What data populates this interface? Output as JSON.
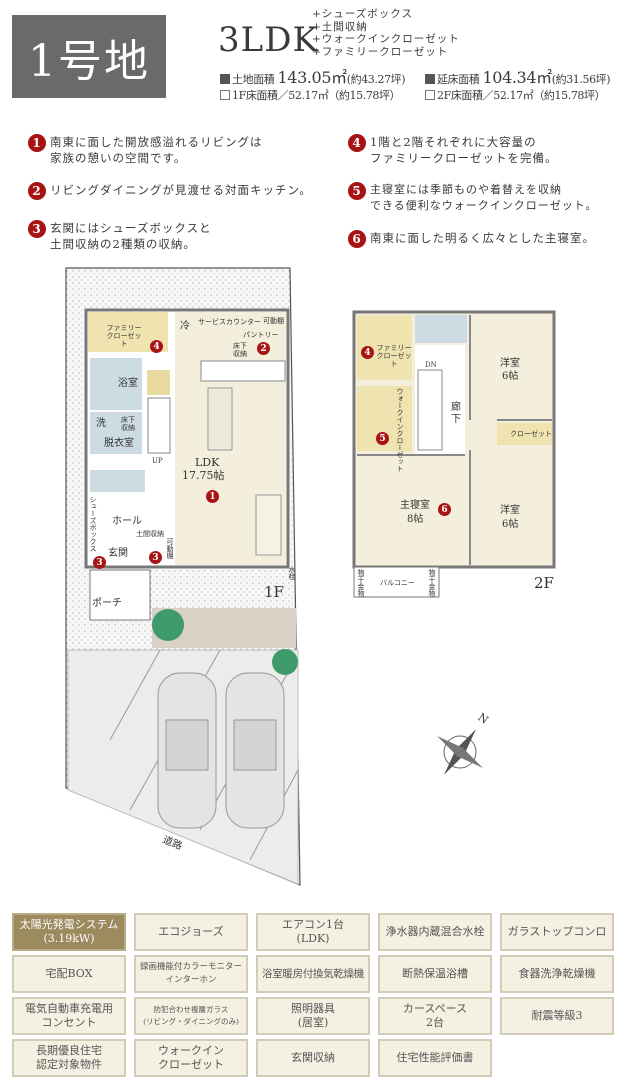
{
  "header": {
    "lot": "1号地",
    "layout": "3LDK",
    "extras": [
      "+シューズボックス",
      "+土間収納",
      "+ウォークインクローゼット",
      "+ファミリークローゼット"
    ]
  },
  "specs": {
    "land_label": "土地面積",
    "land_value": "143.05㎡",
    "land_tsubo": "(約43.27坪)",
    "total_label": "延床面積",
    "total_value": "104.34㎡",
    "total_tsubo": "(約31.56坪)",
    "f1": "1F床面積／52.17㎡（約15.78坪）",
    "f2": "2F床面積／52.17㎡（約15.78坪）"
  },
  "points": [
    {
      "n": "1",
      "text": "南東に面した開放感溢れるリビングは\n家族の憩いの空間です。"
    },
    {
      "n": "2",
      "text": "リビングダイニングが見渡せる対面キッチン。"
    },
    {
      "n": "3",
      "text": "玄関にはシューズボックスと\n土間収納の2種類の収納。"
    },
    {
      "n": "4",
      "text": "1階と2階それぞれに大容量の\nファミリークローゼットを完備。"
    },
    {
      "n": "5",
      "text": "主寝室には季節ものや着替えを収納\nできる便利なウォークインクローゼット。"
    },
    {
      "n": "6",
      "text": "南東に面した明るく広々とした主寝室。"
    }
  ],
  "floor1": {
    "label": "1F",
    "ldk": "LDK",
    "ldk_size": "17.75帖",
    "fridge": "冷",
    "service_counter": "サービスカウンター",
    "storage_shelf": "可動棚",
    "pantry": "パントリー",
    "underfloor": "床下収納",
    "family_closet": "ファミリークローゼット",
    "bath": "浴室",
    "wash": "洗",
    "underfloor2": "床下収納",
    "dressing": "脱衣室",
    "up": "UP",
    "hall": "ホール",
    "earth_storage": "土間収納",
    "entrance": "玄関",
    "shoe_box": "シューズボックス",
    "movable_shelf": "可動棚",
    "porch": "ポーチ",
    "water_meter": "水栓"
  },
  "floor2": {
    "label": "2F",
    "family_closet": "ファミリークローゼット",
    "walkin": "ウォークインクローゼット",
    "dn": "DN",
    "corridor": "廊下",
    "room_a": "洋室",
    "room_a_size": "6帖",
    "closet": "クローゼット",
    "master": "主寝室",
    "master_size": "8帖",
    "room_b": "洋室",
    "room_b_size": "6帖",
    "balcony": "バルコニー",
    "hanger": "物干金物"
  },
  "site": {
    "road": "道路",
    "north": "N"
  },
  "features": [
    {
      "label": "太陽光発電システム\n(3.19kW)",
      "highlight": true
    },
    {
      "label": "エコジョーズ"
    },
    {
      "label": "エアコン1台\n(LDK)"
    },
    {
      "label": "浄水器内蔵混合水栓"
    },
    {
      "label": "ガラストップコンロ"
    },
    {
      "label": "宅配BOX"
    },
    {
      "label": "録画機能付カラーモニター\nインターホン"
    },
    {
      "label": "浴室暖房付換気乾燥機"
    },
    {
      "label": "断熱保温浴槽"
    },
    {
      "label": "食器洗浄乾燥機"
    },
    {
      "label": "電気自動車充電用\nコンセント"
    },
    {
      "label": "防犯合わせ複層ガラス\n(リビング・ダイニングのみ)"
    },
    {
      "label": "照明器具\n(居室)"
    },
    {
      "label": "カースペース\n2台"
    },
    {
      "label": "耐震等級3"
    },
    {
      "label": "長期優良住宅\n認定対象物件"
    },
    {
      "label": "ウォークイン\nクローゼット"
    },
    {
      "label": "玄関収納"
    },
    {
      "label": "住宅性能評価書"
    }
  ],
  "colors": {
    "accent_red": "#a81414",
    "header_gray": "#6a6a6a",
    "feature_bg": "#f4f0e2",
    "feature_highlight": "#9c8b5f",
    "room_floor": "#f3efdc",
    "wet_area": "#cddbe3",
    "closet": "#efe3b0"
  }
}
